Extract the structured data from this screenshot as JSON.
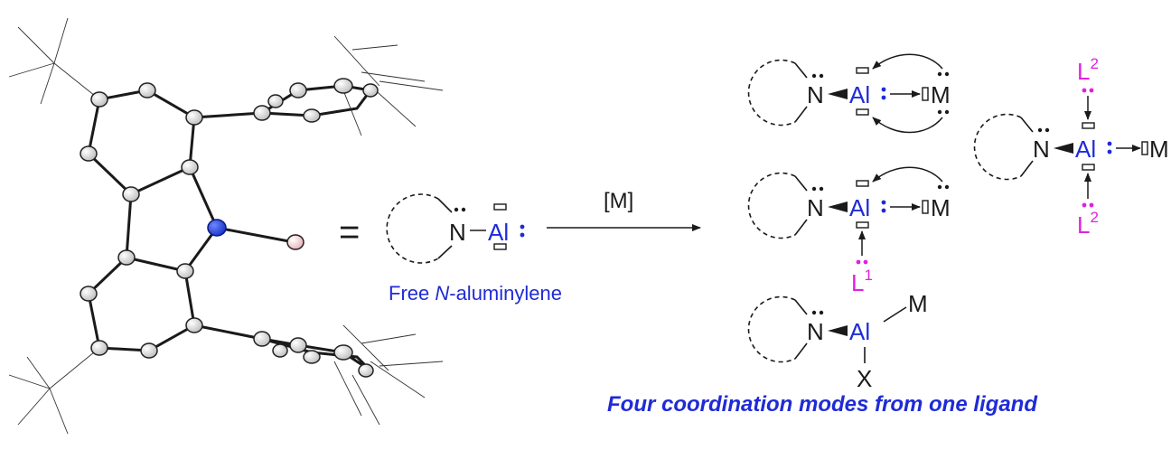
{
  "equals_sign": "=",
  "reagent_label": "[M]",
  "atoms": {
    "nitrogen": "N",
    "aluminum": "Al",
    "metal": "M",
    "anion": "X"
  },
  "ligands": {
    "l1_base": "L",
    "l1_sup": "1",
    "l2_base": "L",
    "l2_sup": "2"
  },
  "free_caption": {
    "prefix": "Free ",
    "italic": "N",
    "suffix": "-aluminylene"
  },
  "bottom_caption": "Four coordination modes from one ligand",
  "colors": {
    "blue": "#1f2bd6",
    "magenta": "#e020e0",
    "black": "#1a1a1a",
    "atom_fill": "#e2e2e2",
    "n_atom": "#1633c8",
    "al_atom": "#f0c8cc"
  }
}
